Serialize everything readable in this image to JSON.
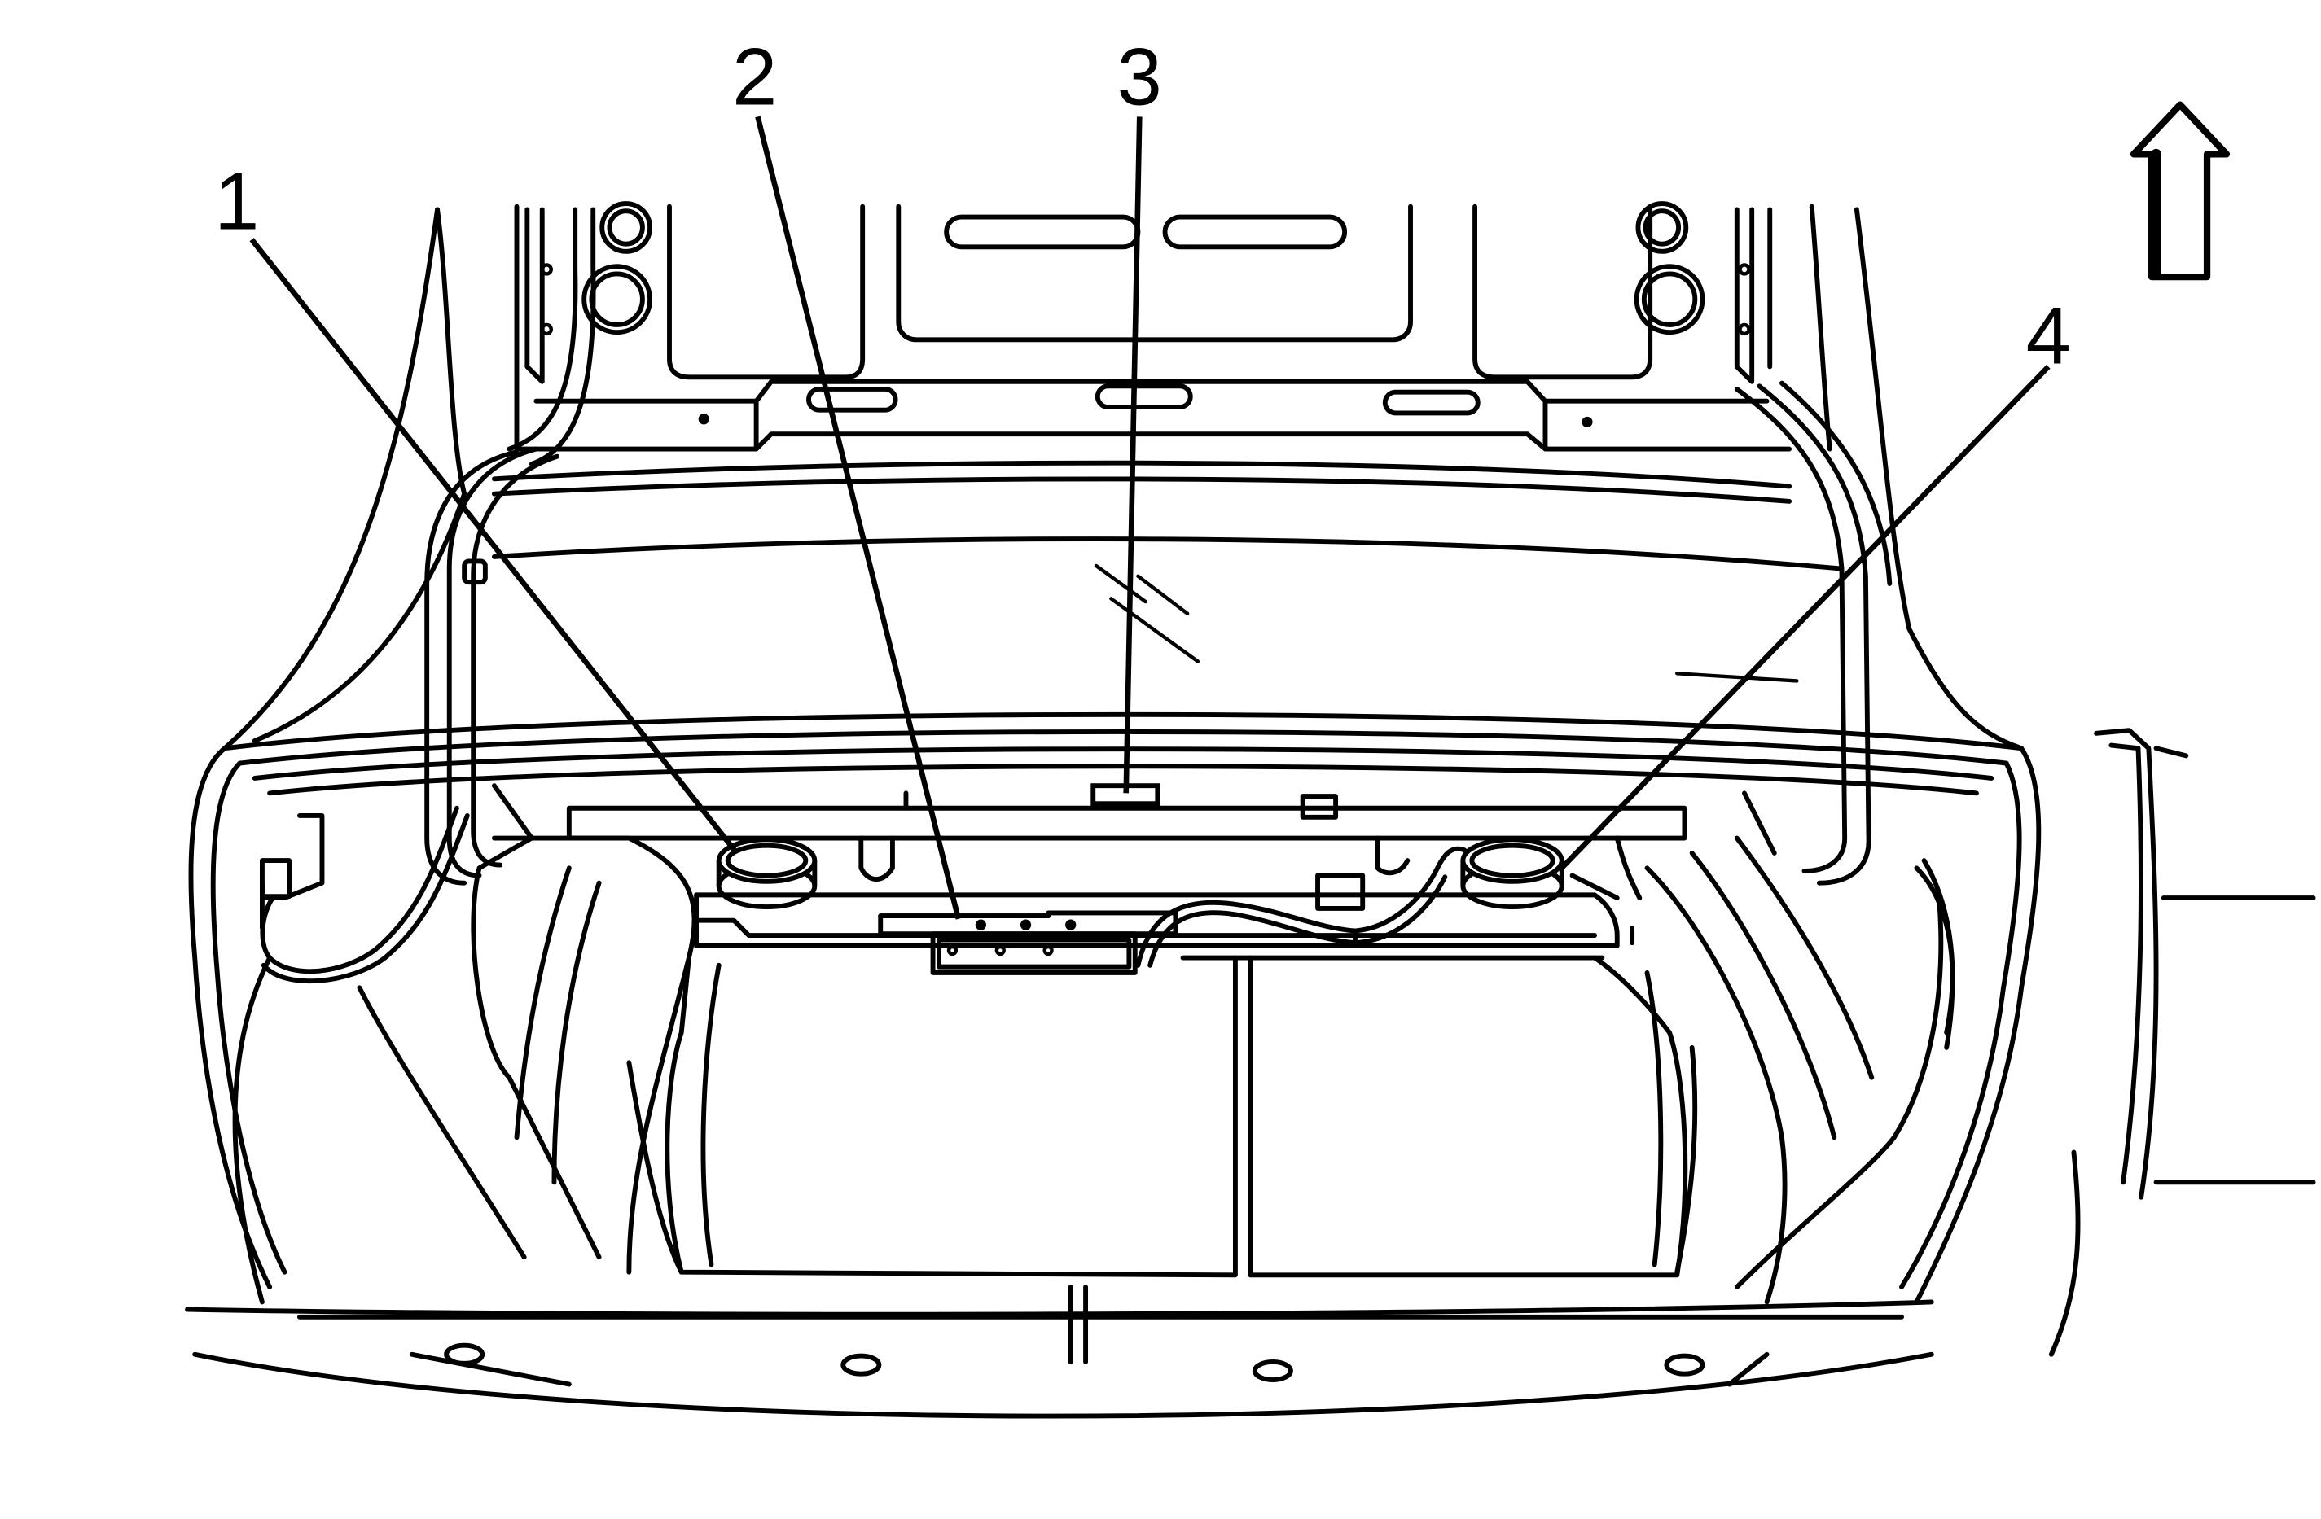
{
  "callouts": [
    {
      "id": "1",
      "label": "1"
    },
    {
      "id": "2",
      "label": "2"
    },
    {
      "id": "3",
      "label": "3"
    },
    {
      "id": "4",
      "label": "4"
    }
  ],
  "orientation": {
    "icon": "forward-arrow-icon"
  },
  "colors": {
    "line": "#000000",
    "background": "#ffffff"
  }
}
